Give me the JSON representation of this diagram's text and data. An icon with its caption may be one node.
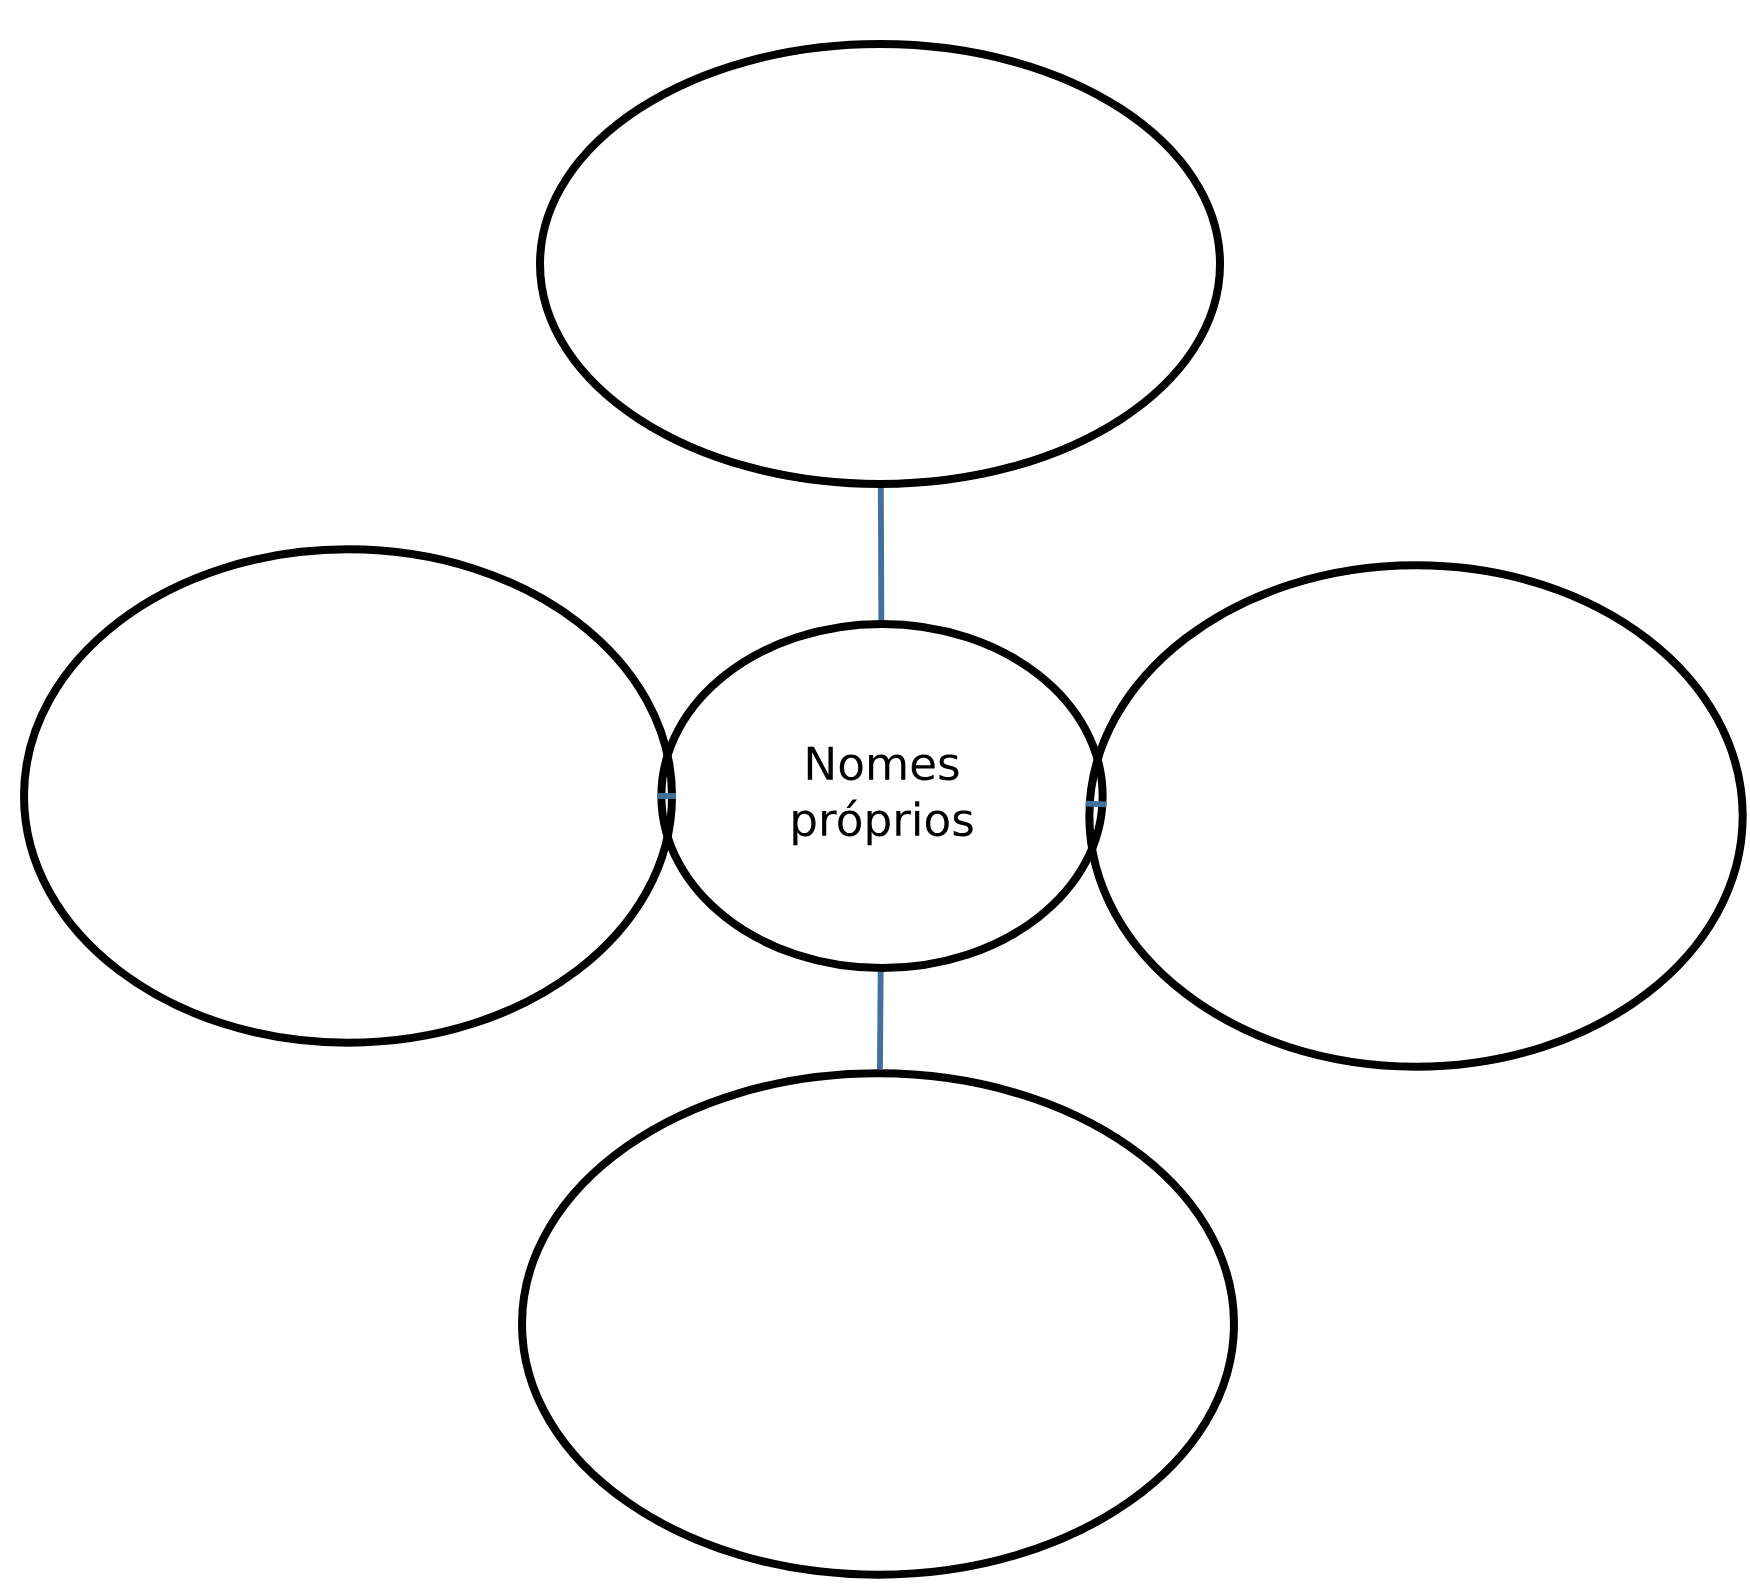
{
  "diagram": {
    "nodes": [
      {
        "text": [],
        "shape": "ellipse"
      },
      {
        "text": [],
        "shape": "ellipse"
      },
      {
        "text": [
          "Nomes próprios"
        ]
      },
      {
        "text": [],
        "shape": "ellipse"
      },
      {
        "text": [],
        "shape": "ellipse"
      }
    ],
    "edges": [
      {
        "from": 2,
        "to": 0,
        "arrow": "none"
      },
      {
        "from": 2,
        "to": 1,
        "arrow": "none"
      },
      {
        "from": 2,
        "to": 3,
        "arrow": "none"
      },
      {
        "from": 2,
        "to": 4,
        "arrow": "none"
      }
    ]
  }
}
